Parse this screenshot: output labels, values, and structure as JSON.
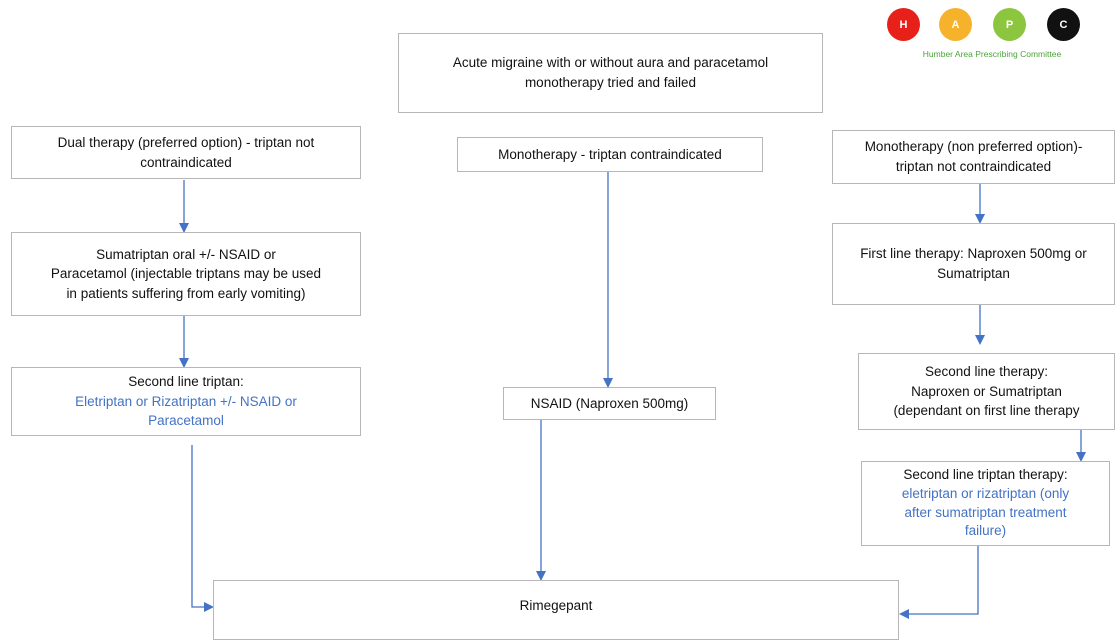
{
  "logo": {
    "letters": [
      "H",
      "A",
      "P",
      "C"
    ],
    "colors": [
      "#e8201a",
      "#f5b22a",
      "#8cc63f",
      "#111111"
    ],
    "tagline": "Humber Area Prescribing Committee"
  },
  "boxes": {
    "start": {
      "line1": "Acute migraine with or without aura and paracetamol",
      "line2": "monotherapy tried and failed"
    },
    "dual": {
      "line1": "Dual therapy (preferred option) - triptan not",
      "line2": "contraindicated"
    },
    "mono_ci": {
      "line1": "Monotherapy - triptan contraindicated"
    },
    "mono_np": {
      "line1": "Monotherapy (non preferred option)-",
      "line2": "triptan not contraindicated"
    },
    "suma": {
      "line1": "Sumatriptan oral +/- NSAID or",
      "line2": "Paracetamol  (injectable triptans may be used",
      "line3": "in patients suffering from early vomiting)"
    },
    "first_line": {
      "line1": "First line therapy: Naproxen 500mg or",
      "line2": "Sumatriptan"
    },
    "second_triptan": {
      "line1": "Second line triptan:",
      "line2": "Eletriptan or Rizatriptan +/- NSAID or",
      "line3": "Paracetamol"
    },
    "nsaid": {
      "line1": "NSAID (Naproxen 500mg)"
    },
    "second_line": {
      "line1": "Second line therapy:",
      "line2": "Naproxen or Sumatriptan",
      "line3": "(dependant on first line therapy"
    },
    "second_triptan_therapy": {
      "line1": "Second line triptan therapy:",
      "line2": "eletriptan or rizatriptan (only",
      "line3": "after sumatriptan treatment",
      "line4": "failure)"
    },
    "rimegepant": {
      "line1": "Rimegepant"
    }
  },
  "colors": {
    "arrow": "#4472c4",
    "border": "#b7b7b7",
    "accent_text": "#4472c4"
  }
}
